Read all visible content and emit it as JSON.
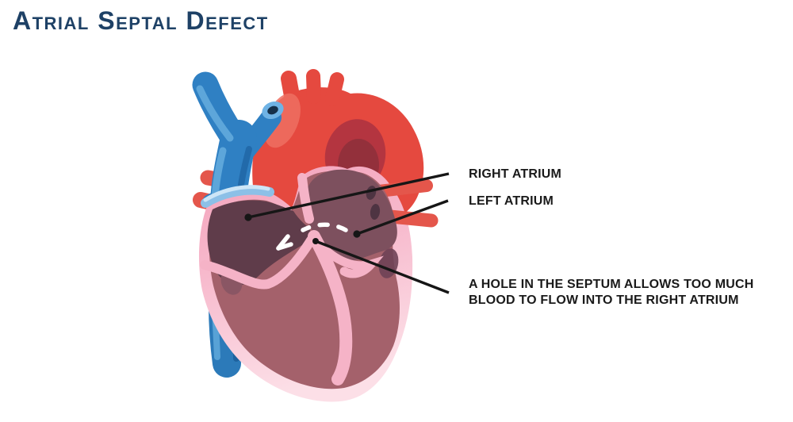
{
  "title": {
    "text": "Atrial Septal Defect"
  },
  "labels": {
    "right_atrium": "RIGHT ATRIUM",
    "left_atrium": "LEFT ATRIUM",
    "hole_line1": "A HOLE IN THE SEPTUM ALLOWS TOO MUCH",
    "hole_line2": "BLOOD TO FLOW INTO THE RIGHT ATRIUM"
  },
  "colors": {
    "title_text": "#1e4166",
    "label_text": "#1a1a1a",
    "callout_line": "#161616",
    "artery_red": "#e5493f",
    "artery_red_dark": "#b43540",
    "vein_blue": "#2f80c3",
    "vein_blue_light": "#6fb3e5",
    "heart_wall_pink": "#f4a2bb",
    "heart_wall_pink_pale": "#fcdfe7",
    "right_atrium_interior": "#5f3c4a",
    "left_atrium_interior": "#7d505e",
    "ventricle_interior": "#a4616b",
    "septum_valve_pink": "#f5b3c7",
    "flow_arrow": "#ffffff"
  }
}
